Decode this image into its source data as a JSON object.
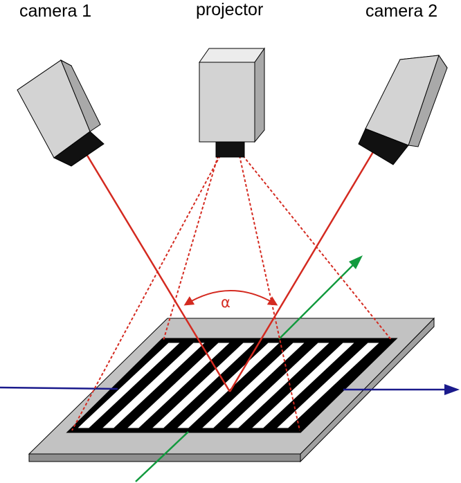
{
  "labels": {
    "camera1": "camera 1",
    "projector": "projector",
    "camera2": "camera 2",
    "angle": "α"
  },
  "colors": {
    "beam": "#d42a20",
    "axis_blue": "#1a1a8c",
    "axis_green": "#129a3e",
    "device_front": "#d3d3d3",
    "device_top": "#ececec",
    "device_side": "#a9a9a9",
    "plate_top": "#c2c2c2",
    "plate_edge": "#8f8f8f",
    "stripe_dark": "#000000",
    "stripe_light": "#ffffff"
  },
  "icons": [
    "camera-icon",
    "projector-icon",
    "fringe-pattern",
    "measuring-plate"
  ]
}
